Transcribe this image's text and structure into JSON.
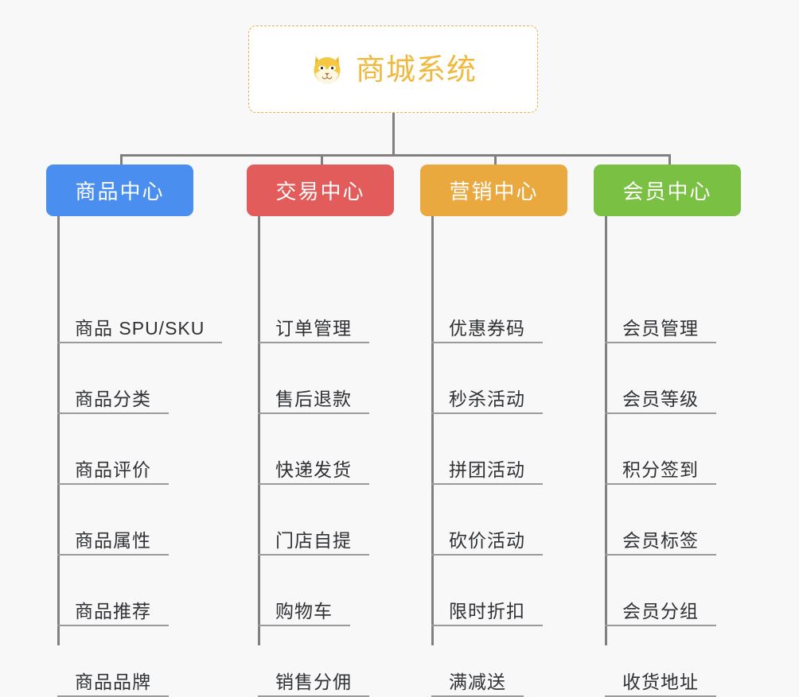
{
  "background_color": "#f8f8f8",
  "root": {
    "title": "商城系统",
    "icon": "dog-face-icon",
    "text_color": "#f0b93e",
    "border_color": "#e8b049",
    "fill_color": "#ffffff"
  },
  "connector_color": "#808080",
  "branches": [
    {
      "label": "商品中心",
      "color": "#4a8ef0",
      "items": [
        "商品 SPU/SKU",
        "商品分类",
        "商品评价",
        "商品属性",
        "商品推荐",
        "商品品牌"
      ]
    },
    {
      "label": "交易中心",
      "color": "#e25c5c",
      "items": [
        "订单管理",
        "售后退款",
        "快递发货",
        "门店自提",
        "购物车",
        "销售分佣"
      ]
    },
    {
      "label": "营销中心",
      "color": "#eaa93f",
      "items": [
        "优惠券码",
        "秒杀活动",
        "拼团活动",
        "砍价活动",
        "限时折扣",
        "满减送"
      ]
    },
    {
      "label": "会员中心",
      "color": "#7ac143",
      "items": [
        "会员管理",
        "会员等级",
        "积分签到",
        "会员标签",
        "会员分组",
        "收货地址"
      ]
    }
  ]
}
